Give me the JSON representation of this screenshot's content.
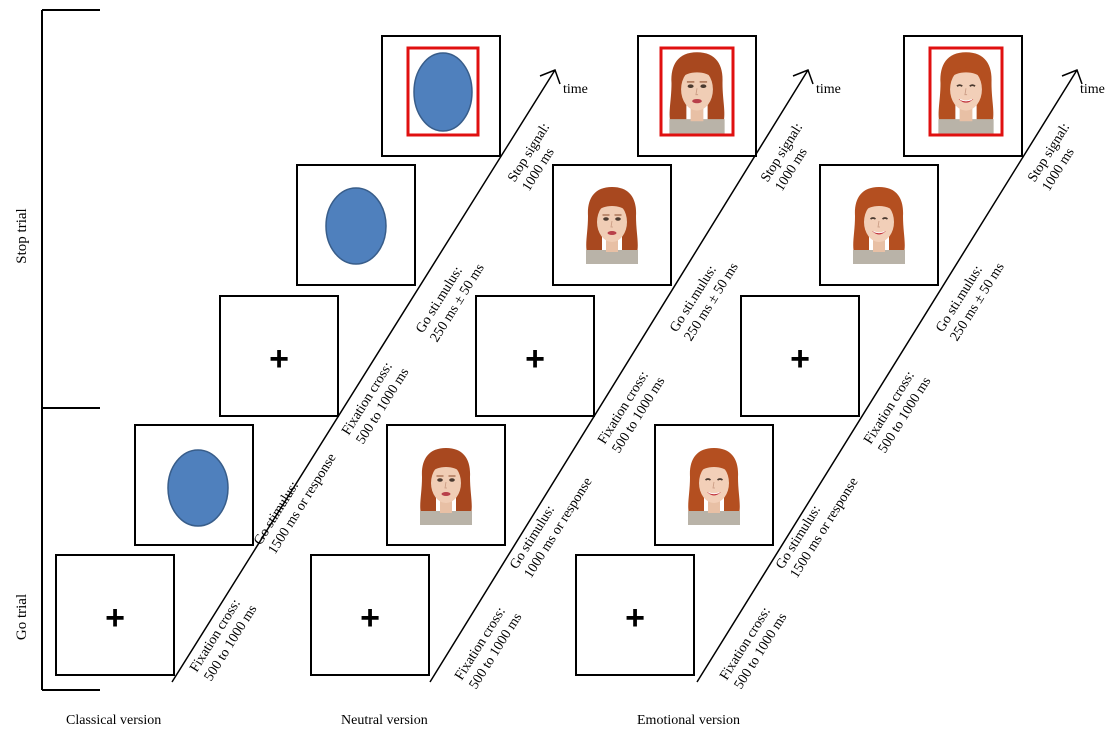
{
  "trials": {
    "stop": "Stop trial",
    "go": "Go trial"
  },
  "versions": {
    "classical": "Classical version",
    "neutral": "Neutral version",
    "emotional": "Emotional version"
  },
  "time_label": "time",
  "stimuli": {
    "cross": "+"
  },
  "timelines": {
    "classical": {
      "go_fix": [
        "Fixation cross:",
        "500 to 1000 ms"
      ],
      "go_stim": [
        "Go stimulus:",
        "1500 ms or response"
      ],
      "stop_fix": [
        "Fixation cross:",
        "500 to 1000 ms"
      ],
      "stop_stim": [
        "Go sti.mulus:",
        "250 ms ± 50 ms"
      ],
      "stop_signal": [
        "Stop signal:",
        "1000 ms"
      ]
    },
    "neutral": {
      "go_fix": [
        "Fixation cross:",
        "500 to 1000 ms"
      ],
      "go_stim": [
        "Go stimulus:",
        "1000 ms or response"
      ],
      "stop_fix": [
        "Fixation cross:",
        "500 to 1000 ms"
      ],
      "stop_stim": [
        "Go sti.mulus:",
        "250 ms ± 50 ms"
      ],
      "stop_signal": [
        "Stop signal:",
        "1000 ms"
      ]
    },
    "emotional": {
      "go_fix": [
        "Fixation cross:",
        "500 to 1000 ms"
      ],
      "go_stim": [
        "Go stimulus:",
        "1500 ms or response"
      ],
      "stop_fix": [
        "Fixation cross:",
        "500 to 1000 ms"
      ],
      "stop_stim": [
        "Go sti.mulus:",
        "250 ms ± 50 ms"
      ],
      "stop_signal": [
        "Stop signal:",
        "1000 ms"
      ]
    }
  },
  "colors": {
    "stop_frame": "#e01010",
    "oval_fill": "#4f80bd",
    "oval_stroke": "#385d8a",
    "hair": "#a8481f",
    "skin": "#f0cdb5"
  }
}
